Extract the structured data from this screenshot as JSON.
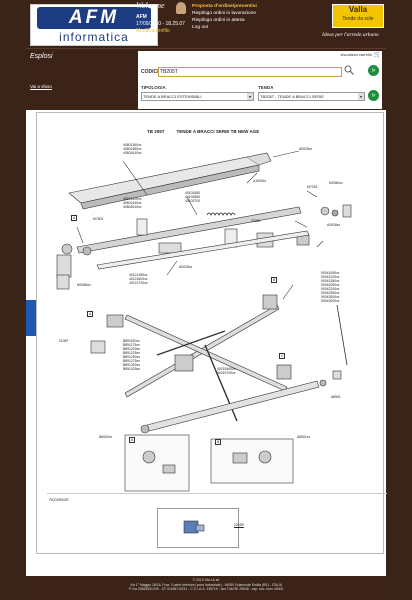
{
  "header": {
    "logo_main": "AFM",
    "logo_sub": "informatica",
    "welcome": "Welcome",
    "user_name": "AFM",
    "datetime": "17/09/2010 - 18.25.07",
    "profile_link": "Modifica profilo",
    "orders": {
      "proposals": "Proposta d'ordine/preventivi",
      "in_progress": "Riepilogo ordini in lavorazione",
      "waiting": "Riepilogo ordini in attesa",
      "logout": "Log out"
    },
    "brand": {
      "name": "Valla",
      "subtitle": "Tende da sole",
      "tagline": "Ideas per l'arredo urbano"
    }
  },
  "search": {
    "side_title": "Esplosi",
    "side_link": "Vai a sfuso",
    "cart_link": "visualizza carrello",
    "codice_label": "CODICE",
    "codice_value": "TB205T",
    "tipologia_label": "TIPOLOGIA",
    "tipologia_value": "TENDE A BRACCI ESTENSIBILI",
    "tenda_label": "TENDA",
    "tenda_value": "TB205T - TENDE A BRACCI SERIE",
    "go_symbol": "»"
  },
  "diagram": {
    "title_code": "TB 205T",
    "title_desc": "TENDE A BRACCI SERIE TB NEW AGE",
    "labels": {
      "l1": "40601360xx",
      "l2": "40601480xx",
      "l3": "40601610xx",
      "l4": "A0925xx",
      "l5": "A1003xx",
      "l6": "M0360xx",
      "l7": "M7015",
      "l8": "40601300xx",
      "l9": "40601440xx",
      "l10": "40602610xx",
      "l11": "40103480",
      "l12": "40103560",
      "l13": "40103700",
      "l14": "22060",
      "l15": "A0918xx",
      "l16": "M7601",
      "l17": "A0018xx",
      "l18": "40121480xx",
      "l19": "40121600xx",
      "l20": "40121700xx",
      "l21": "M0366xx",
      "l22": "90041050xx",
      "l23": "90041200xx",
      "l24": "90041350xx",
      "l25": "90042050xx",
      "l26": "90042200xx",
      "l27": "90042350xx",
      "l28": "90042500xx",
      "l29": "90043000xx",
      "l30": "21087",
      "l31": "B891150xx",
      "l32": "B891175xx",
      "l33": "B891200xx",
      "l34": "B891225xx",
      "l35": "B891250xx",
      "l36": "B891275xx",
      "l37": "B891300xx",
      "l38": "B891325xx",
      "l39": "40215460xx",
      "l40": "40215700xx",
      "l41": "A8901",
      "l42": "B6002xx",
      "l43": "A8501xx",
      "box_a": "A",
      "box_b": "B",
      "box_c": "C"
    },
    "accessori_label": "Accessori",
    "accessori_code": "22059"
  },
  "footer": {
    "line1": "© 2010 VALLA srl",
    "line2": "Via 1° Maggio 18/16, Fraz. Guerlo Inferiore (zona industriale) - 46050 Grianonde Emilia (RE) - ITALIA",
    "line3": "P. Iva 00526531205 - CF 01188710211 - C.C.I.A.A. 238719 - Iscr.Trib.RE 25548 - cap. soc. euro 40000"
  },
  "colors": {
    "header_bg": "#3b2317",
    "brand_yellow": "#f2c500",
    "logo_blue": "#1d3c82",
    "go_green": "#1e8e3e",
    "tab_blue": "#1e58b0"
  }
}
